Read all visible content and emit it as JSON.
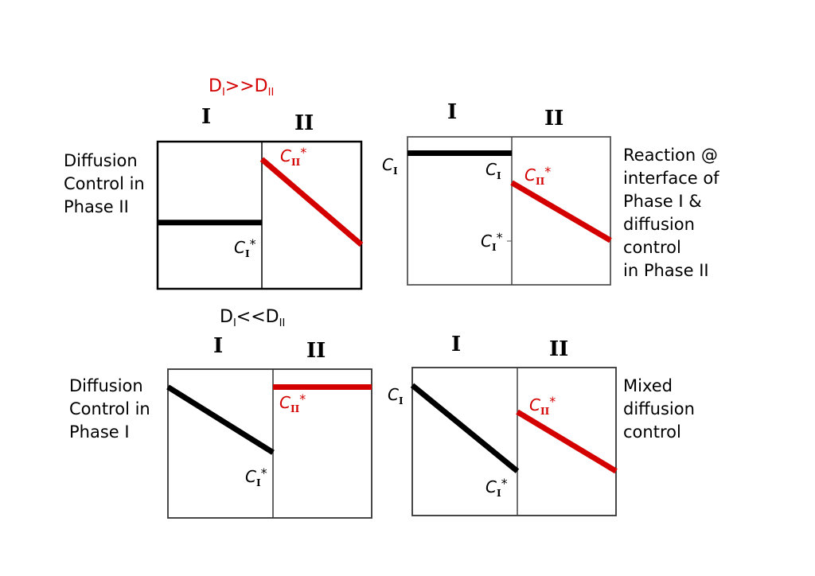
{
  "colors": {
    "phase_I_line": "#000000",
    "phase_II_line": "#d40000",
    "heading_red": "#d40000"
  },
  "conditions": {
    "top": {
      "base1": "D",
      "sub1": "I",
      "op": ">>",
      "base2": "D",
      "sub2": "II"
    },
    "bottom": {
      "base1": "D",
      "sub1": "I",
      "op": "<<",
      "base2": "D",
      "sub2": "II"
    }
  },
  "panels": [
    {
      "id": "tl",
      "phase_labels": [
        "I",
        "II"
      ],
      "description": "Diffusion\nControl in\nPhase II",
      "labels": [
        {
          "base": "C",
          "sub": "II",
          "sup": "*",
          "color": "red"
        },
        {
          "base": "C",
          "sub": "I",
          "sup": "*",
          "color": "black"
        }
      ],
      "phase_I_profile": {
        "start": 0.45,
        "end": 0.45
      },
      "phase_II_profile": {
        "start": 0.88,
        "end": 0.3
      }
    },
    {
      "id": "tr",
      "phase_labels": [
        "I",
        "II"
      ],
      "description": "Reaction @\ninterface of\nPhase I &\ndiffusion\ncontrol\nin Phase II",
      "labels": [
        {
          "base": "C",
          "sub": "I",
          "sup": "",
          "color": "black"
        },
        {
          "base": "C",
          "sub": "I",
          "sup": "",
          "color": "black"
        },
        {
          "base": "C",
          "sub": "II",
          "sup": "*",
          "color": "red"
        },
        {
          "base": "C",
          "sub": "I",
          "sup": "*",
          "color": "black"
        }
      ],
      "phase_I_profile": {
        "start": 0.89,
        "end": 0.89
      },
      "phase_II_profile": {
        "start": 0.69,
        "end": 0.3
      }
    },
    {
      "id": "bl",
      "phase_labels": [
        "I",
        "II"
      ],
      "description": "Diffusion\nControl in\nPhase I",
      "labels": [
        {
          "base": "C",
          "sub": "II",
          "sup": "*",
          "color": "red"
        },
        {
          "base": "C",
          "sub": "I",
          "sup": "*",
          "color": "black"
        }
      ],
      "phase_I_profile": {
        "start": 0.88,
        "end": 0.44
      },
      "phase_II_profile": {
        "start": 0.88,
        "end": 0.88
      }
    },
    {
      "id": "br",
      "phase_labels": [
        "I",
        "II"
      ],
      "description": "Mixed\ndiffusion\ncontrol",
      "labels": [
        {
          "base": "C",
          "sub": "I",
          "sup": "",
          "color": "black"
        },
        {
          "base": "C",
          "sub": "II",
          "sup": "*",
          "color": "red"
        },
        {
          "base": "C",
          "sub": "I",
          "sup": "*",
          "color": "black"
        }
      ],
      "phase_I_profile": {
        "start": 0.88,
        "end": 0.3
      },
      "phase_II_profile": {
        "start": 0.7,
        "end": 0.3
      }
    }
  ]
}
